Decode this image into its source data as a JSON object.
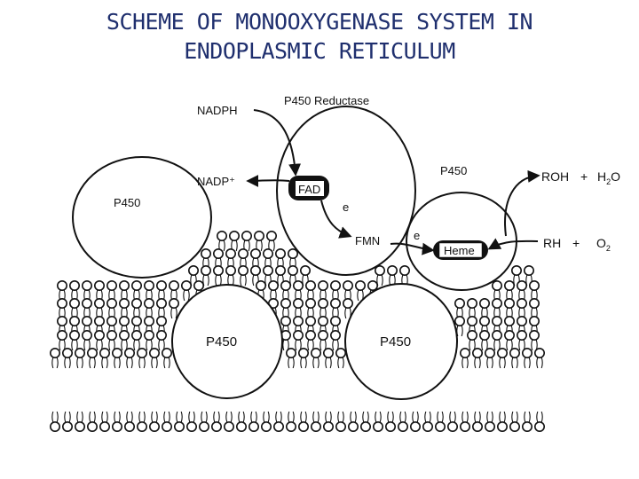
{
  "title": {
    "line1": "SCHEME OF MONOOXYGENASE SYSTEM IN",
    "line2": "ENDOPLASMIC RETICULUM"
  },
  "diagram": {
    "nadph": "NADPH",
    "nadp": "NADP⁺",
    "reductase": "P450  Reductase",
    "fad": "FAD",
    "fmn": "FMN",
    "e1": "e",
    "e2": "e",
    "heme": "Heme",
    "p450_upper_left": "P450",
    "p450_upper_right": "P450",
    "p450_lower_left": "P450",
    "p450_lower_right": "P450",
    "roh": "ROH",
    "plus1": "+",
    "h2o_h": "H",
    "h2o_sub": "2",
    "h2o_o": "O",
    "rh": "RH",
    "plus2": "+",
    "o2_o": "O",
    "o2_sub": "2"
  },
  "colors": {
    "title": "#1f2f6e",
    "line": "#111111",
    "background": "#ffffff"
  }
}
